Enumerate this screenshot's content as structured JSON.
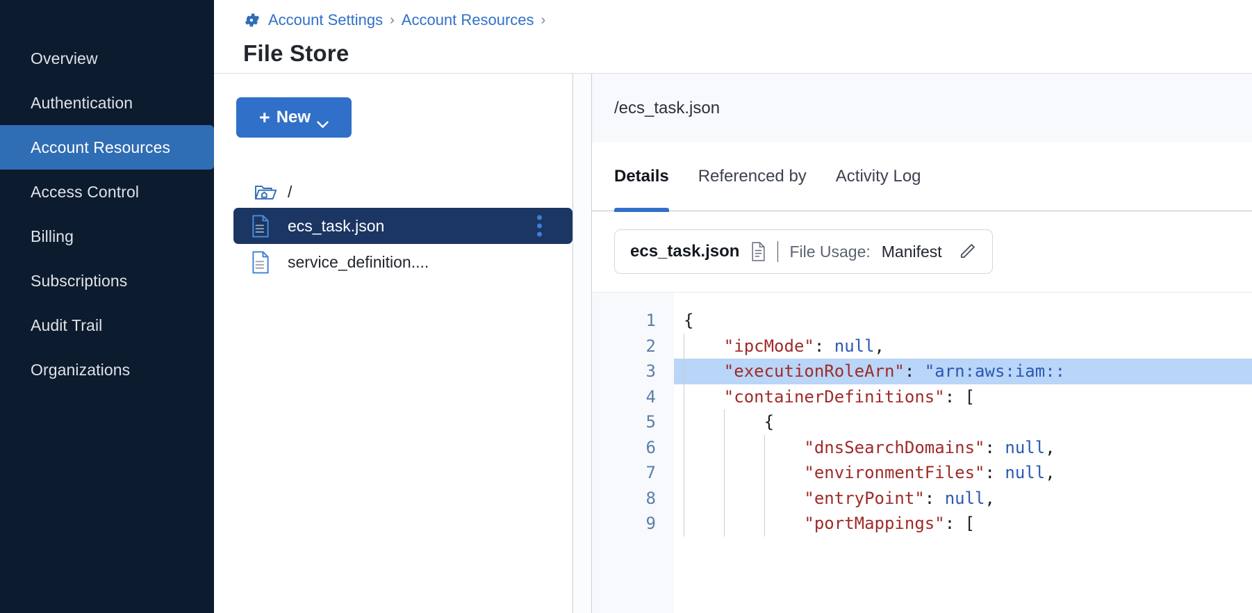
{
  "sidebar": {
    "items": [
      {
        "label": "Overview",
        "active": false
      },
      {
        "label": "Authentication",
        "active": false
      },
      {
        "label": "Account Resources",
        "active": true
      },
      {
        "label": "Access Control",
        "active": false
      },
      {
        "label": "Billing",
        "active": false
      },
      {
        "label": "Subscriptions",
        "active": false
      },
      {
        "label": "Audit Trail",
        "active": false
      },
      {
        "label": "Organizations",
        "active": false
      }
    ]
  },
  "header": {
    "gear_icon": "gear-icon",
    "breadcrumb": [
      {
        "label": "Account Settings",
        "sep": "›"
      },
      {
        "label": "Account Resources",
        "sep": "›"
      }
    ],
    "title": "File Store"
  },
  "tree_panel": {
    "new_button": {
      "plus": "+",
      "label": "New",
      "chevron": "chevron-down-icon"
    },
    "root": {
      "icon": "folder-open-home-icon",
      "label": "/"
    },
    "files": [
      {
        "icon": "file-json-icon",
        "label": "ecs_task.json",
        "selected": true,
        "kebab": "kebab-menu-icon"
      },
      {
        "icon": "file-json-icon",
        "label": "service_definition....",
        "selected": false
      }
    ]
  },
  "detail": {
    "path": "/ecs_task.json",
    "tabs": [
      {
        "label": "Details",
        "active": true
      },
      {
        "label": "Referenced by",
        "active": false
      },
      {
        "label": "Activity Log",
        "active": false
      }
    ],
    "usage": {
      "file_name": "ecs_task.json",
      "file_icon": "document-icon",
      "label": "File Usage:",
      "value": "Manifest",
      "edit_icon": "pencil-icon"
    },
    "editor": {
      "line_numbers": [
        "1",
        "2",
        "3",
        "4",
        "5",
        "6",
        "7",
        "8",
        "9"
      ],
      "lines": [
        {
          "n": 1,
          "highlight": false,
          "indent": 0,
          "tokens": [
            {
              "t": "{",
              "c": "p"
            }
          ]
        },
        {
          "n": 2,
          "highlight": false,
          "indent": 1,
          "tokens": [
            {
              "t": "\"ipcMode\"",
              "c": "k"
            },
            {
              "t": ": ",
              "c": "p"
            },
            {
              "t": "null",
              "c": "v"
            },
            {
              "t": ",",
              "c": "p"
            }
          ]
        },
        {
          "n": 3,
          "highlight": true,
          "indent": 1,
          "tokens": [
            {
              "t": "\"executionRoleArn\"",
              "c": "k"
            },
            {
              "t": ": ",
              "c": "p"
            },
            {
              "t": "\"arn:aws:iam::",
              "c": "v"
            }
          ]
        },
        {
          "n": 4,
          "highlight": false,
          "indent": 1,
          "tokens": [
            {
              "t": "\"containerDefinitions\"",
              "c": "k"
            },
            {
              "t": ": [",
              "c": "p"
            }
          ]
        },
        {
          "n": 5,
          "highlight": false,
          "indent": 2,
          "tokens": [
            {
              "t": "{",
              "c": "p"
            }
          ]
        },
        {
          "n": 6,
          "highlight": false,
          "indent": 3,
          "tokens": [
            {
              "t": "\"dnsSearchDomains\"",
              "c": "k"
            },
            {
              "t": ": ",
              "c": "p"
            },
            {
              "t": "null",
              "c": "v"
            },
            {
              "t": ",",
              "c": "p"
            }
          ]
        },
        {
          "n": 7,
          "highlight": false,
          "indent": 3,
          "tokens": [
            {
              "t": "\"environmentFiles\"",
              "c": "k"
            },
            {
              "t": ": ",
              "c": "p"
            },
            {
              "t": "null",
              "c": "v"
            },
            {
              "t": ",",
              "c": "p"
            }
          ]
        },
        {
          "n": 8,
          "highlight": false,
          "indent": 3,
          "tokens": [
            {
              "t": "\"entryPoint\"",
              "c": "k"
            },
            {
              "t": ": ",
              "c": "p"
            },
            {
              "t": "null",
              "c": "v"
            },
            {
              "t": ",",
              "c": "p"
            }
          ]
        },
        {
          "n": 9,
          "highlight": false,
          "indent": 3,
          "tokens": [
            {
              "t": "\"portMappings\"",
              "c": "k"
            },
            {
              "t": ": [",
              "c": "p"
            }
          ]
        }
      ]
    }
  },
  "colors": {
    "sidebar_bg": "#0d1b2e",
    "accent": "#3070c8",
    "nav_active": "#2f6db5",
    "row_selected": "#1b3663",
    "code_key": "#9e2b29",
    "code_value": "#2b58b5",
    "code_highlight": "#b9d5f7"
  }
}
